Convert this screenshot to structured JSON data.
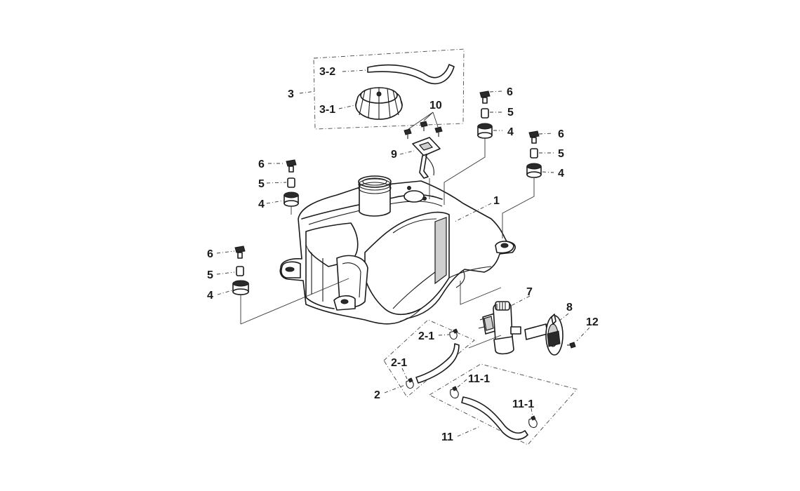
{
  "labels": {
    "p1": "1",
    "p2": "2",
    "p2_1a": "2-1",
    "p2_1b": "2-1",
    "p3": "3",
    "p3_1": "3-1",
    "p3_2": "3-2",
    "p4a": "4",
    "p4b": "4",
    "p4c": "4",
    "p4d": "4",
    "p5a": "5",
    "p5b": "5",
    "p5c": "5",
    "p5d": "5",
    "p6a": "6",
    "p6b": "6",
    "p6c": "6",
    "p6d": "6",
    "p7": "7",
    "p8": "8",
    "p9": "9",
    "p10": "10",
    "p11": "11",
    "p11_1a": "11-1",
    "p11_1b": "11-1",
    "p12": "12"
  }
}
